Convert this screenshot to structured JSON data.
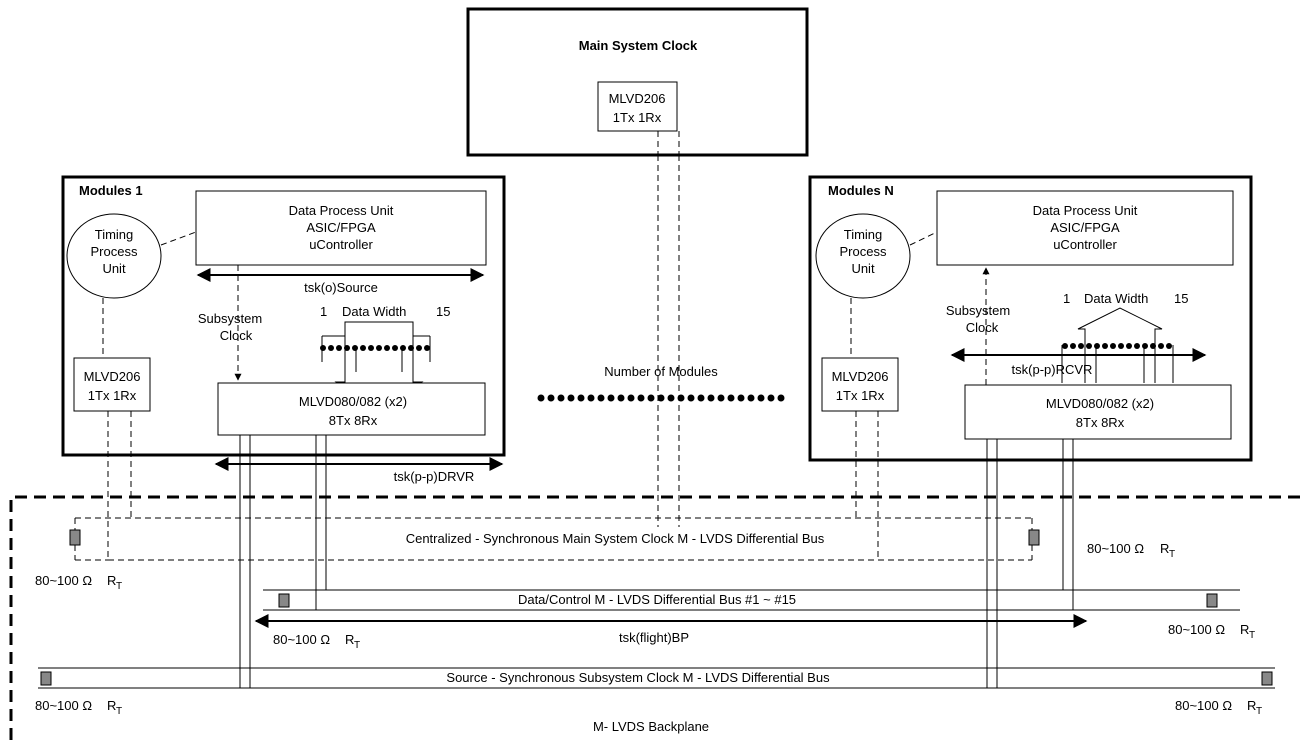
{
  "main_clock": {
    "title": "Main System Clock",
    "chip_line1": "MLVD206",
    "chip_line2": "1Tx 1Rx"
  },
  "module1": {
    "title": "Modules 1",
    "dpu_line1": "Data Process Unit",
    "dpu_line2": "ASIC/FPGA",
    "dpu_line3": "uController",
    "tpu_line1": "Timing",
    "tpu_line2": "Process",
    "tpu_line3": "Unit",
    "skew_source": "tsk(o)Source",
    "subsystem_line1": "Subsystem",
    "subsystem_line2": "Clock",
    "dw_start": "1",
    "dw_label": "Data Width",
    "dw_end": "15",
    "clk_chip_line1": "MLVD206",
    "clk_chip_line2": "1Tx 1Rx",
    "data_chip_line1": "MLVD080/082  (x2)",
    "data_chip_line2": "8Tx 8Rx",
    "skew_drvr": "tsk(p-p)DRVR"
  },
  "moduleN": {
    "title": "Modules N",
    "dpu_line1": "Data Process Unit",
    "dpu_line2": "ASIC/FPGA",
    "dpu_line3": "uController",
    "tpu_line1": "Timing",
    "tpu_line2": "Process",
    "tpu_line3": "Unit",
    "subsystem_line1": "Subsystem",
    "subsystem_line2": "Clock",
    "dw_start": "1",
    "dw_label": "Data Width",
    "dw_end": "15",
    "skew_rcvr": "tsk(p-p)RCVR",
    "clk_chip_line1": "MLVD206",
    "clk_chip_line2": "1Tx 1Rx",
    "data_chip_line1": "MLVD080/082  (x2)",
    "data_chip_line2": "8Tx 8Rx"
  },
  "number_of_modules": "Number of Modules",
  "buses": {
    "centralized": "Centralized - Synchronous Main System Clock M - LVDS Differential Bus",
    "data_control": "Data/Control M - LVDS Differential Bus #1 ~ #15",
    "source_sync": "Source - Synchronous Subsystem Clock M - LVDS Differential Bus",
    "backplane": "M- LVDS Backplane",
    "skew_flight": "tsk(flight)BP"
  },
  "termination": {
    "value": "80~100 Ω",
    "symbol": "R",
    "subscript": "T"
  }
}
